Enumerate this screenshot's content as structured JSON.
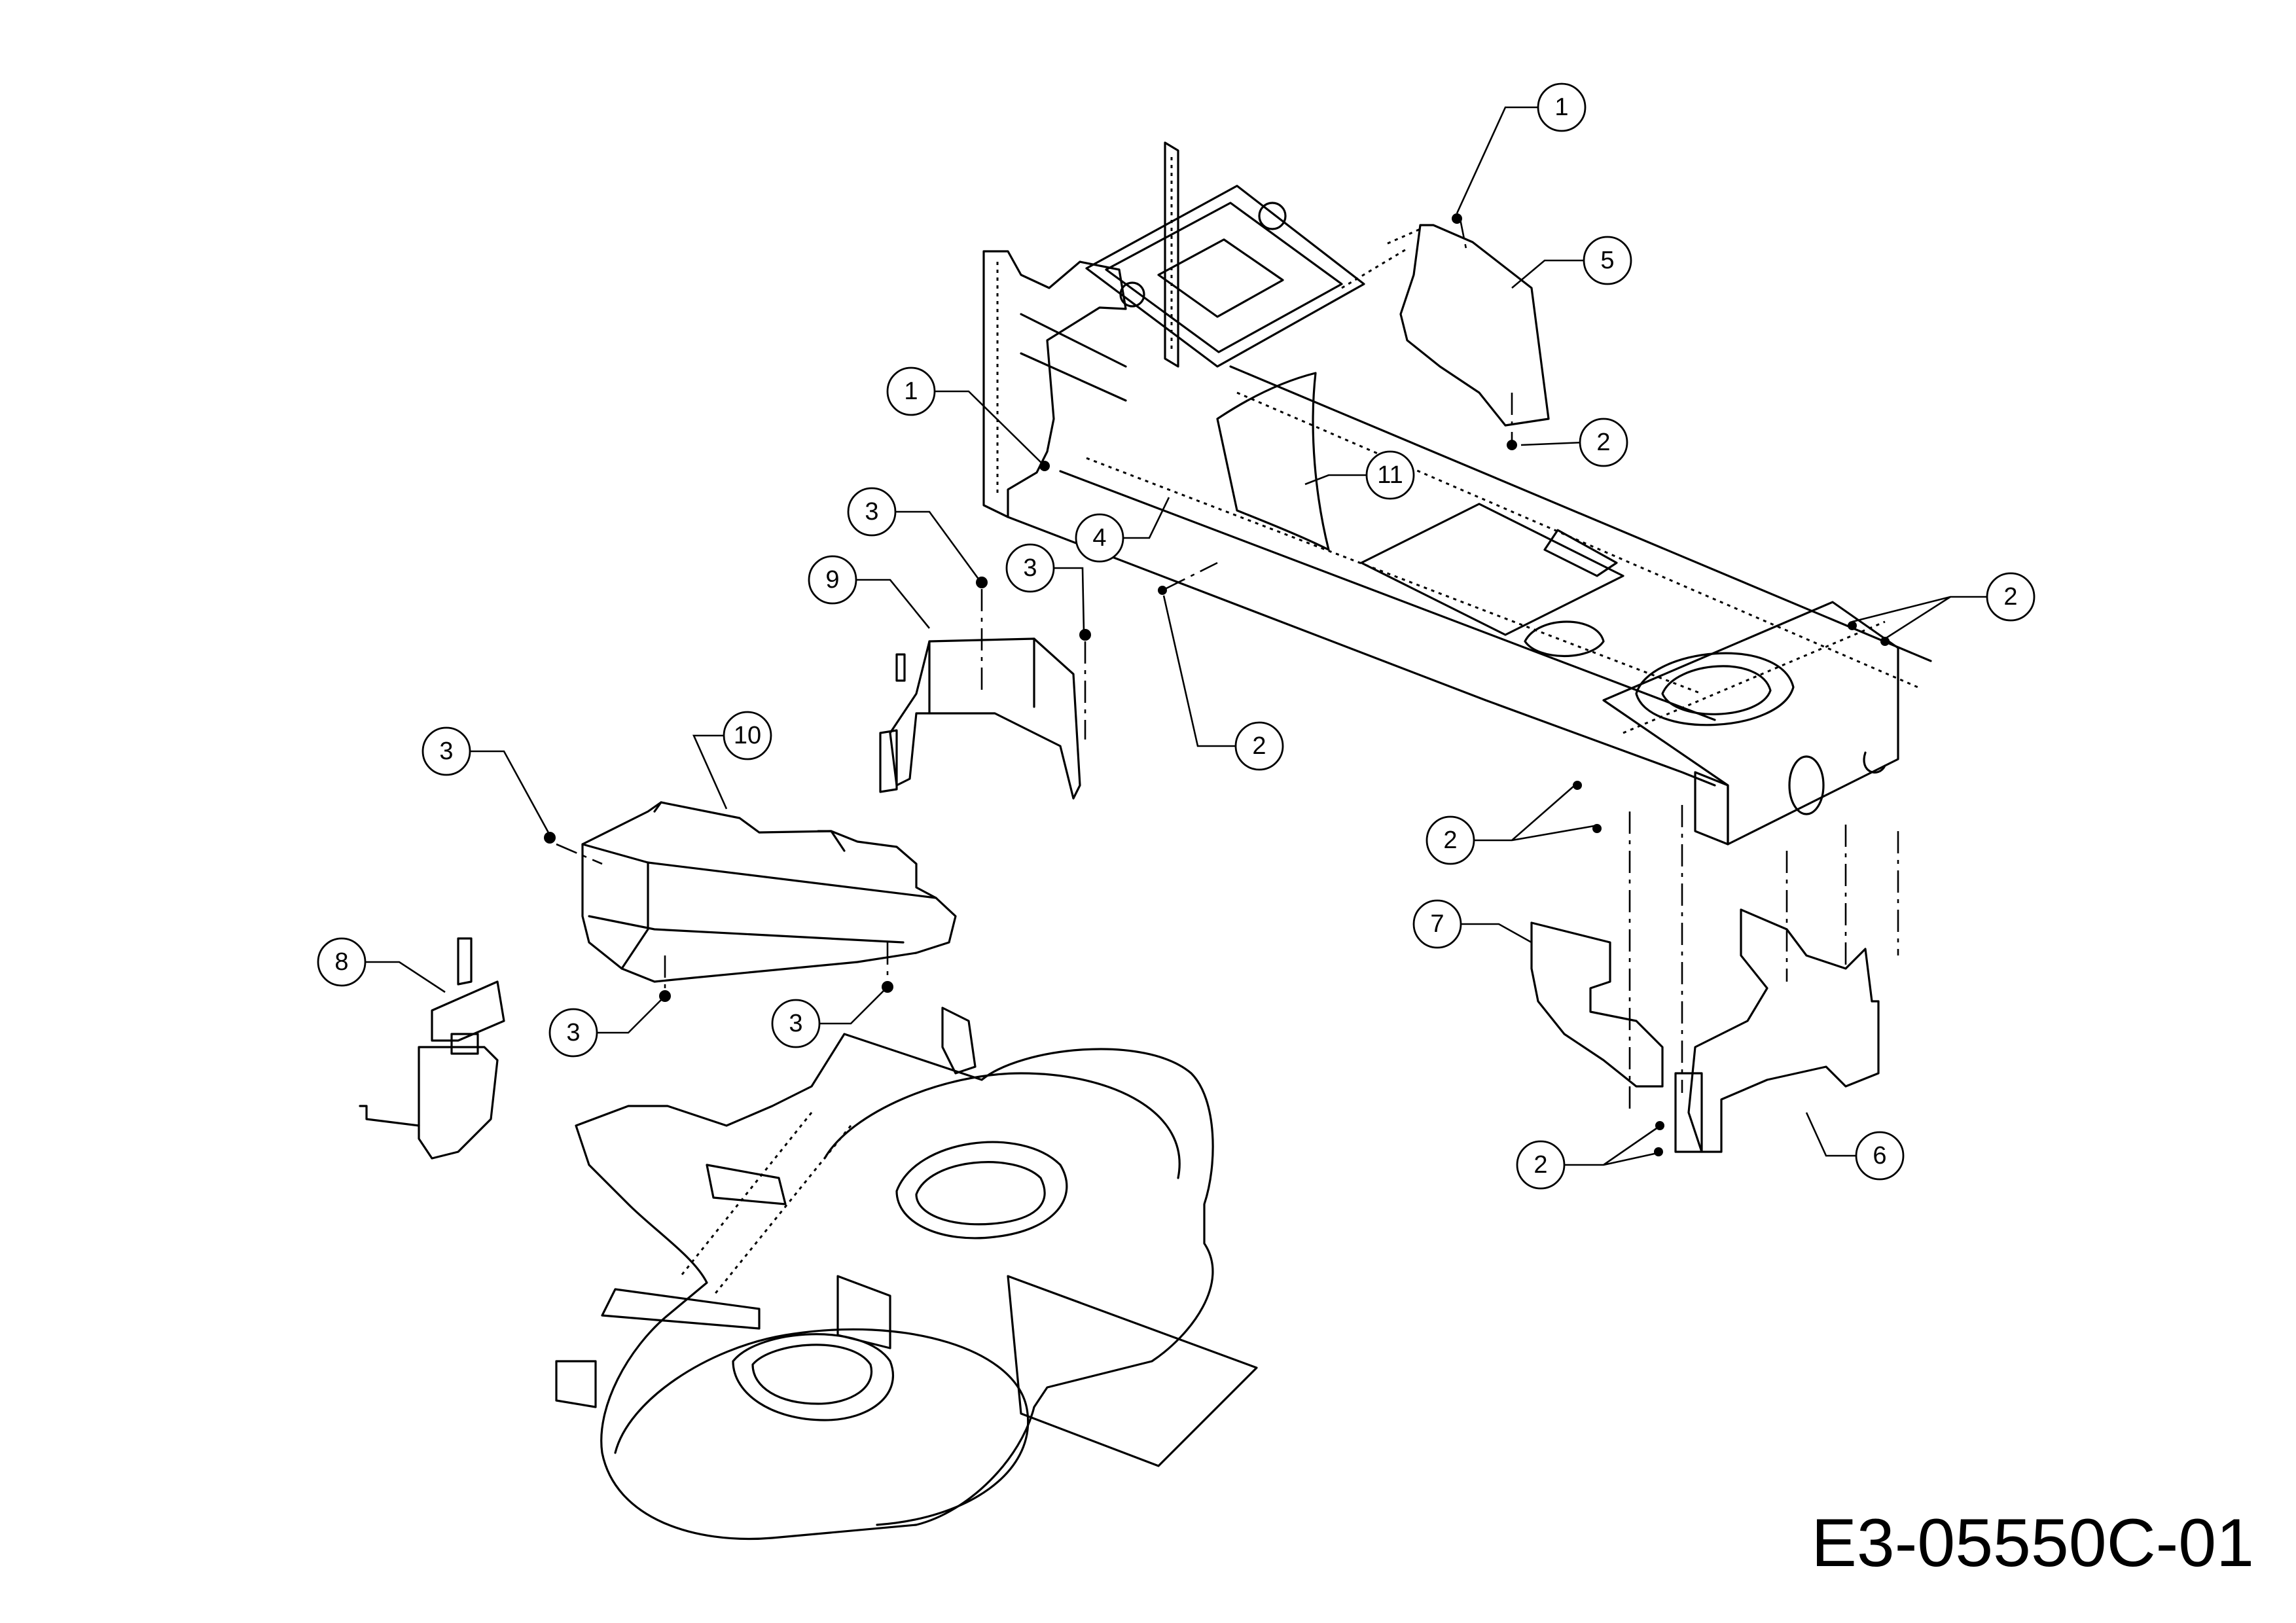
{
  "drawing_code": "E3-05550C-01",
  "callouts": [
    {
      "label": "1"
    },
    {
      "label": "5"
    },
    {
      "label": "1"
    },
    {
      "label": "2"
    },
    {
      "label": "11"
    },
    {
      "label": "3"
    },
    {
      "label": "4"
    },
    {
      "label": "3"
    },
    {
      "label": "9"
    },
    {
      "label": "2"
    },
    {
      "label": "2"
    },
    {
      "label": "2"
    },
    {
      "label": "3"
    },
    {
      "label": "10"
    },
    {
      "label": "7"
    },
    {
      "label": "8"
    },
    {
      "label": "3"
    },
    {
      "label": "3"
    },
    {
      "label": "2"
    },
    {
      "label": "6"
    }
  ]
}
